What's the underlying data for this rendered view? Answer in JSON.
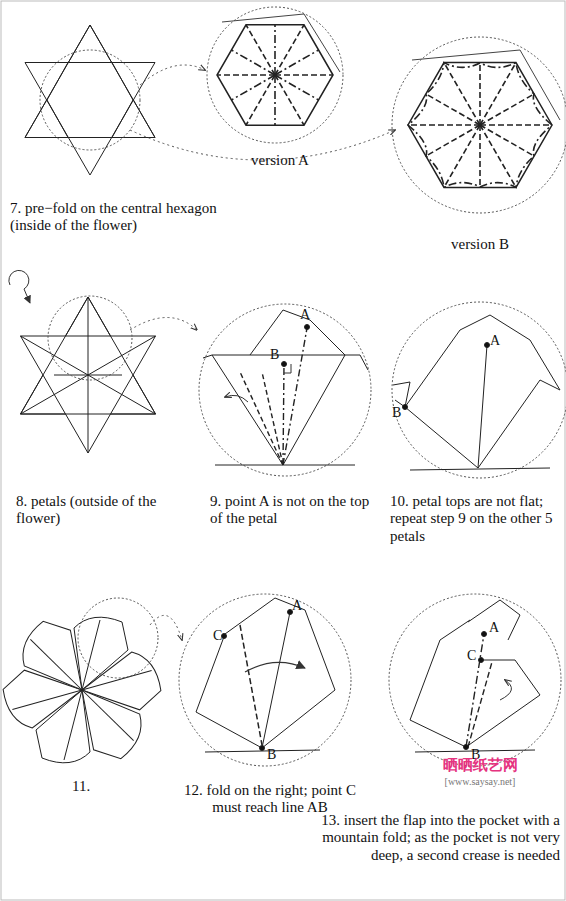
{
  "diagram": {
    "labels": [
      "version A",
      "version B",
      "7. pre−fold on the central hexagon (inside of the flower)",
      "8. petals (outside of the flower)",
      "A",
      "B",
      "9. point A is not on the top of the petal",
      "A",
      "B",
      "10. petal tops are not flat; repeat step 9 on the other 5 petals",
      "11.",
      "C",
      "A",
      "B",
      "12. fold on the right; point C must reach line AB",
      "A",
      "C",
      "B",
      "13. insert the flap into the pocket with a mountain fold; as the pocket is not very deep, a second crease is needed",
      "晒晒纸艺网",
      "[www.saysay.net]"
    ]
  }
}
